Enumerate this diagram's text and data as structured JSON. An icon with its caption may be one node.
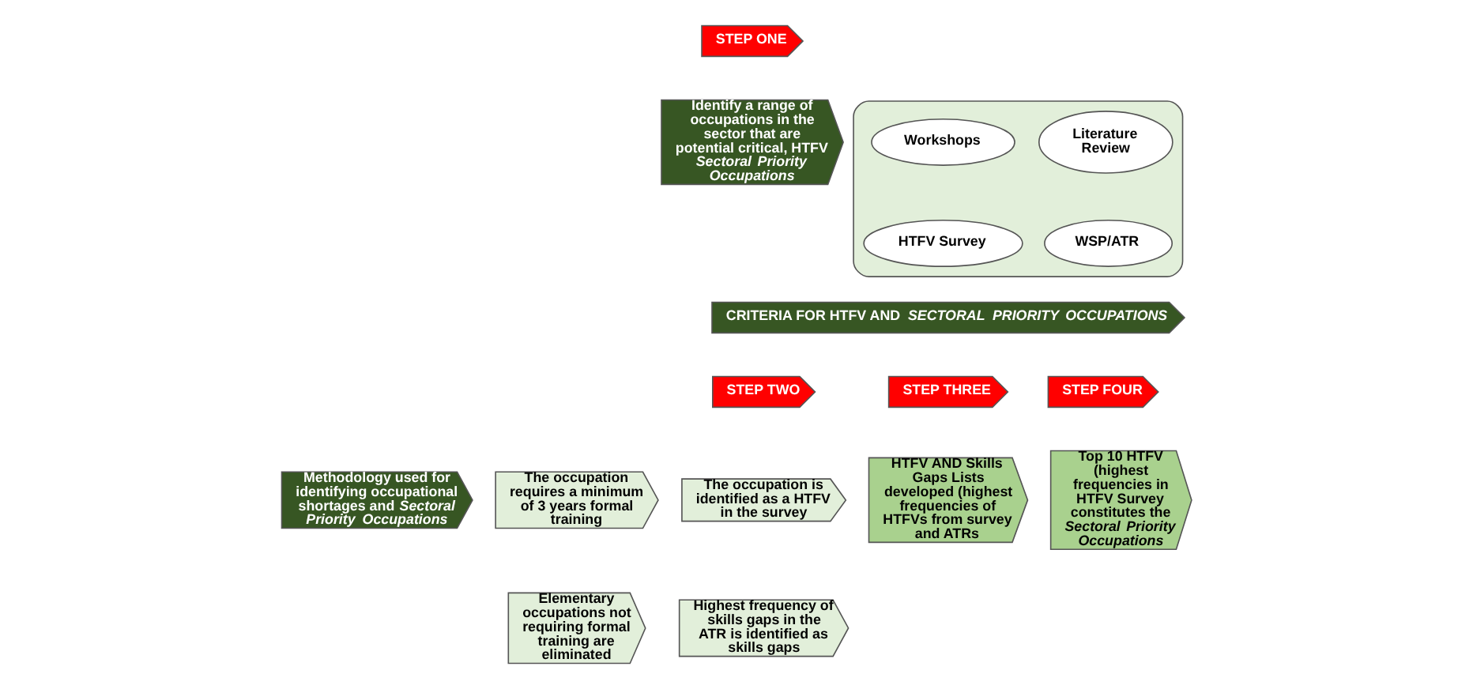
{
  "diagram": {
    "nodes": [
      {
        "text": [
          "STEP ONE"
        ]
      },
      {
        "text": [
          "Identify a range of occupations in the sector that are potential critical, HTFV *Sectoral Priority Occupations*"
        ]
      },
      {
        "text": [],
        "shape": "triangle"
      },
      {
        "text": [
          "Literature Review"
        ],
        "in": 2
      },
      {
        "text": [
          "Workshops"
        ],
        "in": 2
      },
      {
        "text": [
          "WSP/ATR"
        ],
        "in": 2
      },
      {
        "text": [
          "HTFV Survey"
        ],
        "in": 2
      },
      {
        "text": [
          "CRITERIA FOR HTFV AND *SECTORAL PRIORITY OCCUPATIONS*"
        ]
      },
      {
        "text": [
          "STEP TWO"
        ]
      },
      {
        "text": [
          "STEP THREE"
        ]
      },
      {
        "text": [
          "STEP FOUR"
        ]
      },
      {
        "text": [
          "Methodology used for identifying occupational shortages and *Sectoral Priority Occupations*"
        ]
      },
      {
        "text": [
          "The occupation requires a minimum of 3 years formal training"
        ]
      },
      {
        "text": [
          "Elementary occupations not requiring formal training are eliminated"
        ]
      },
      {
        "text": [
          "The occupation is identified as a HTFV in the survey"
        ]
      },
      {
        "text": [
          "Highest frequency of skills gaps in the ATR is identified as skills gaps"
        ]
      },
      {
        "text": [
          "HTFV AND Skills Gaps Lists developed (highest frequencies of HTFVs from survey and ATRs"
        ]
      },
      {
        "text": [
          "Top 10 HTFV (highest frequencies in HTFV Survey constitutes the *Sectoral Priority Occupations*"
        ]
      }
    ],
    "edges": []
  }
}
